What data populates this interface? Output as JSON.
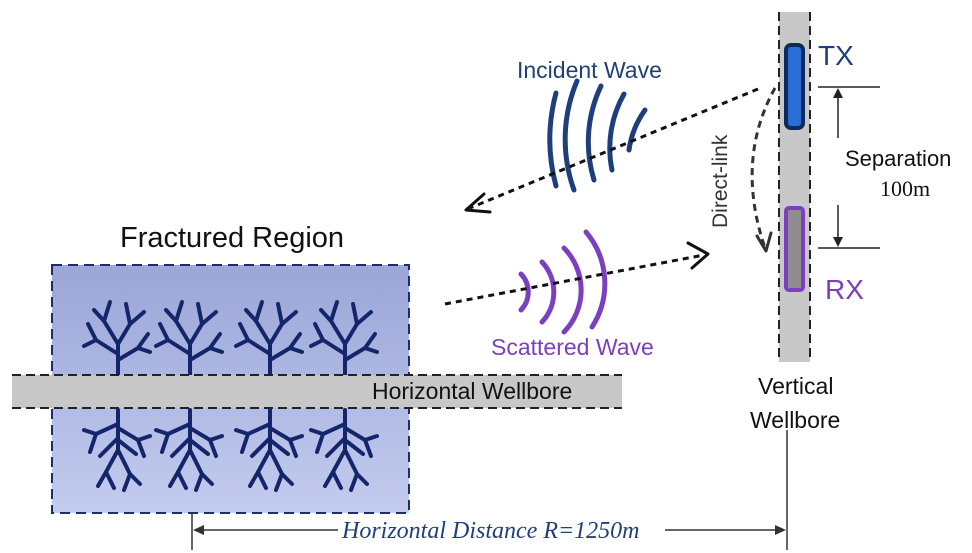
{
  "labels": {
    "incident_wave": "Incident Wave",
    "scattered_wave": "Scattered Wave",
    "fractured_region": "Fractured Region",
    "horizontal_wellbore": "Horizontal Wellbore",
    "vertical_wellbore_line1": "Vertical",
    "vertical_wellbore_line2": "Wellbore",
    "tx": "TX",
    "rx": "RX",
    "separation_line1": "Separation",
    "separation_line2": "100m",
    "direct_link": "Direct-link",
    "horizontal_distance": "Horizontal Distance R=1250m"
  },
  "colors": {
    "incident": "#1f3f7a",
    "scattered": "#7b3fbf",
    "tx_fill": "#2a6fd6",
    "tx_border": "#0d2a5c",
    "rx_fill": "#8e8e8e",
    "rx_border": "#7b3fbf",
    "region_fill": "#aeb7e0",
    "region_border": "#1c2e6b",
    "fracture": "#13266b",
    "wellbore": "#c8c8c8",
    "distance_text": "#1f3f7a"
  },
  "icons": {
    "incident": "incident-wave-arcs-icon",
    "scattered": "scattered-wave-arcs-icon",
    "fracture_upper": "fracture-tree-icon",
    "fracture_lower": "fracture-root-icon"
  }
}
